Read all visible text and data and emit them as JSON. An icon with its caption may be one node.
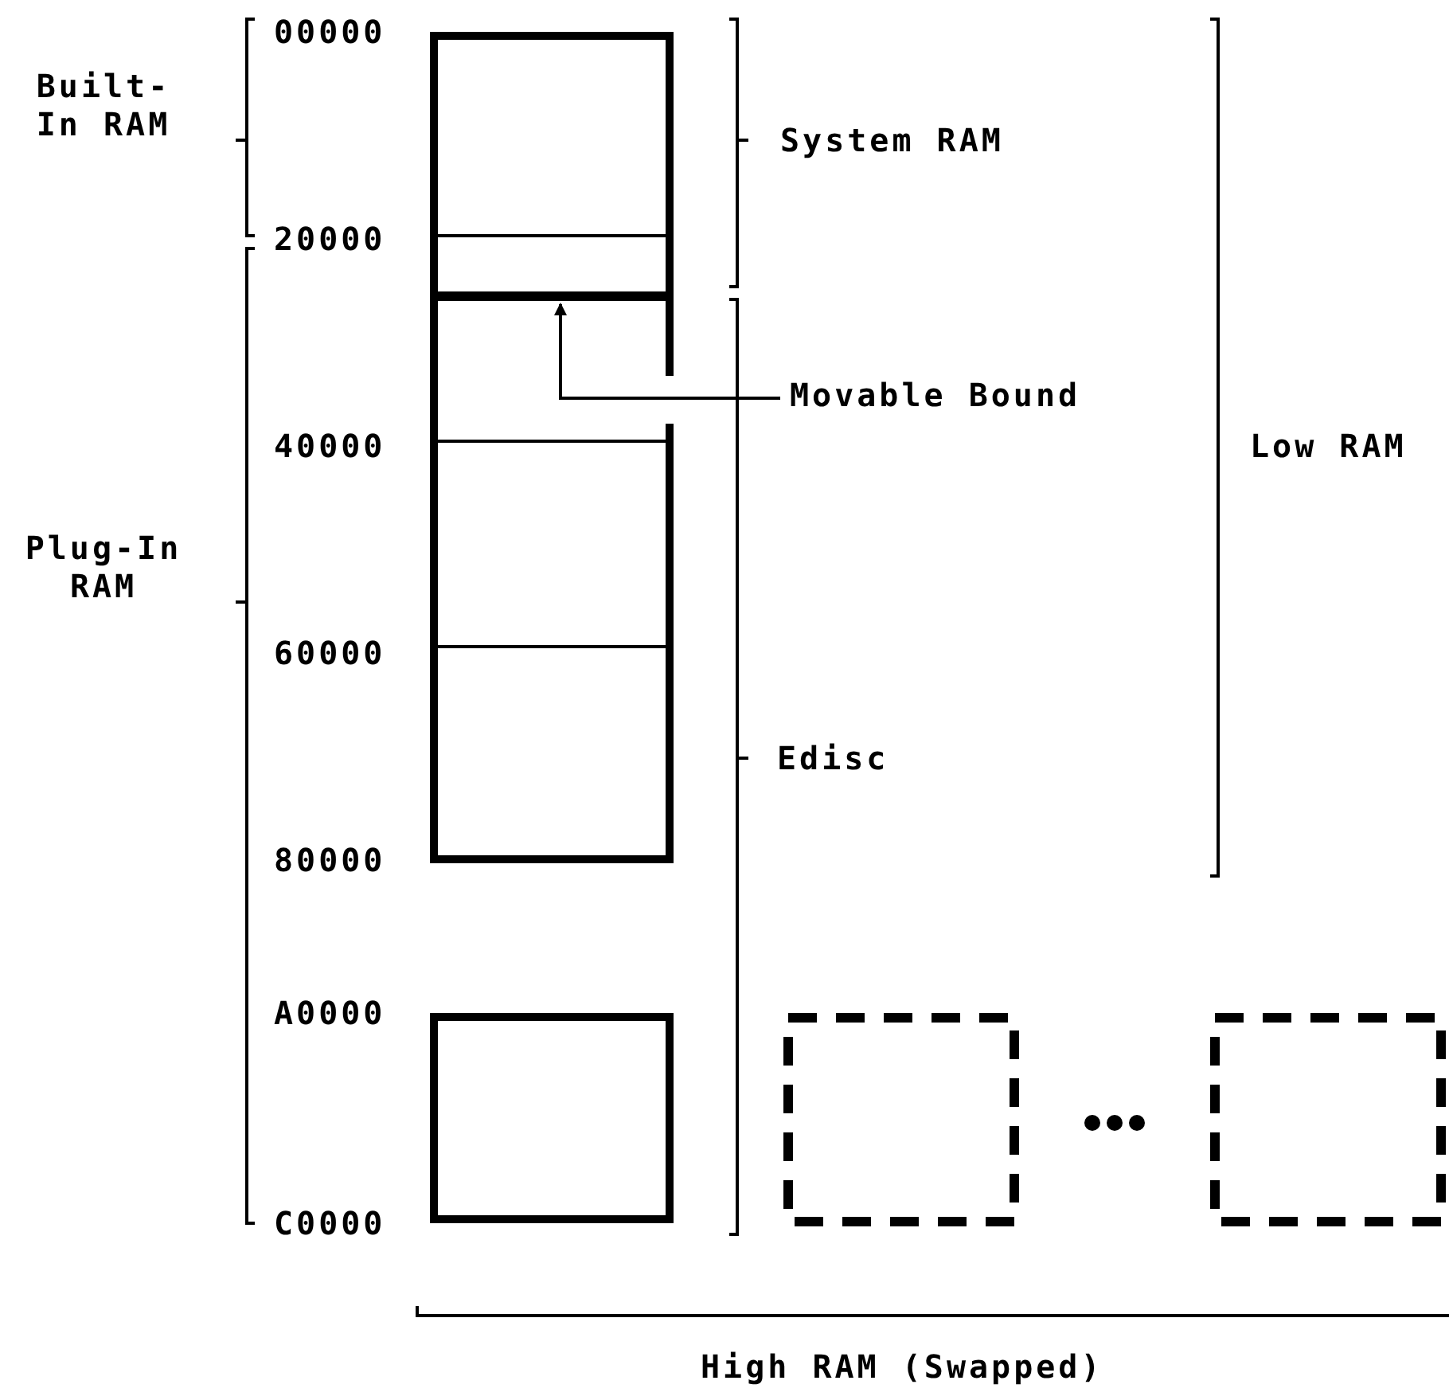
{
  "diagram": {
    "nodes": [
      {
        "text": [],
        "shape": "box"
      },
      {
        "text": [],
        "shape": "bar",
        "in": 0
      },
      {
        "text": [],
        "shape": "box"
      },
      {
        "text": [],
        "shape": "box"
      },
      {
        "text": [],
        "shape": "box"
      },
      {
        "text": [
          "Movable Bound"
        ]
      }
    ],
    "edges": [
      {
        "from": 5,
        "to": 1,
        "arrow": "to"
      }
    ],
    "labels": [
      "Built-In RAM",
      "00000",
      "System RAM",
      "20000",
      "40000",
      "Low RAM",
      "Plug-In RAM",
      "60000",
      "Edisc",
      "80000",
      "A0000",
      "C0000",
      "High RAM (Swapped)"
    ]
  }
}
